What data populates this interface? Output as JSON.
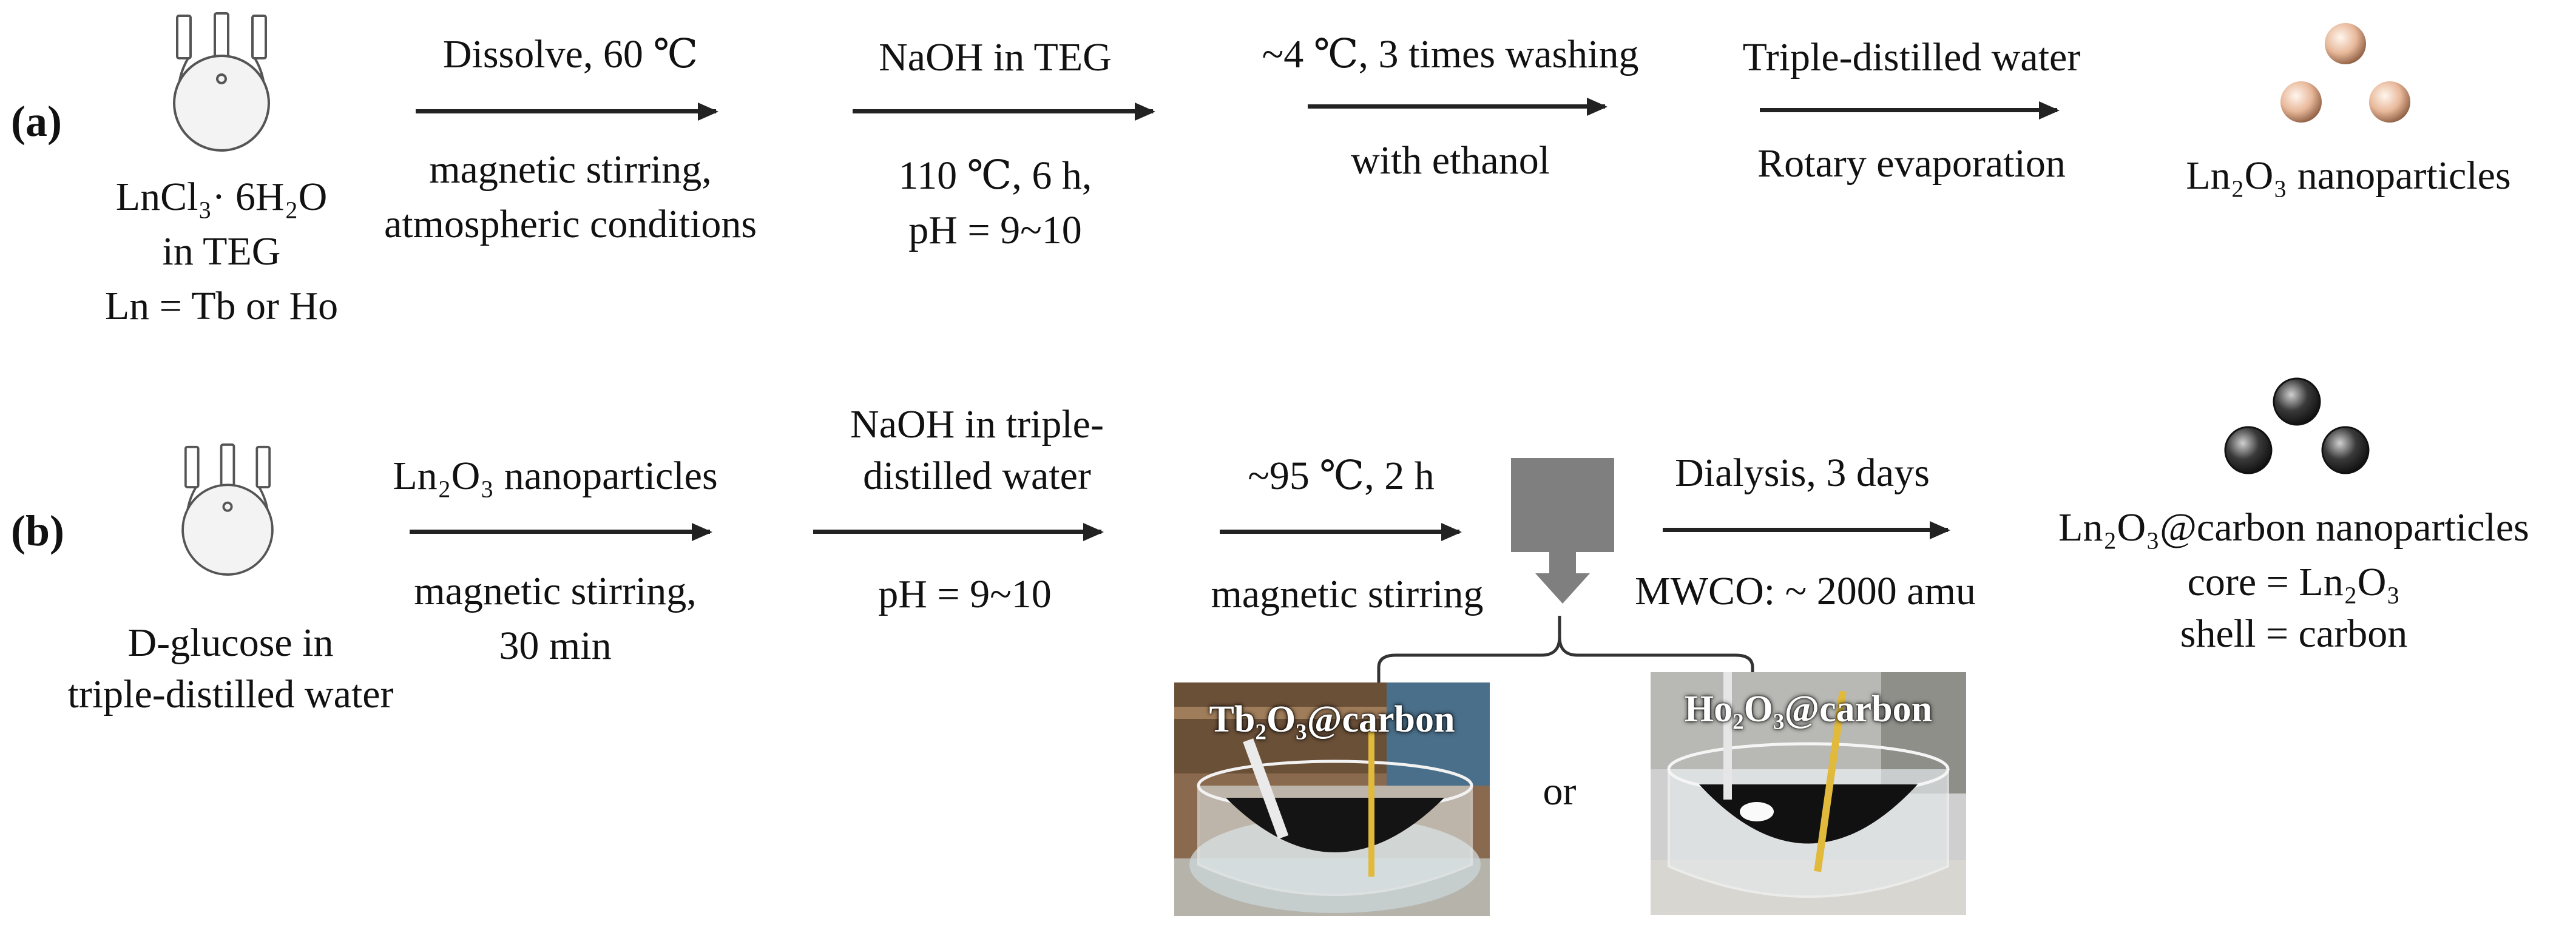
{
  "panel_a": {
    "label": "(a)",
    "start_lines": [
      "LnCl₃· 6H₂O",
      "in TEG",
      "Ln = Tb or Ho"
    ],
    "steps": [
      {
        "above": "Dissolve, 60 ℃",
        "below": [
          "magnetic stirring,",
          "atmospheric conditions"
        ]
      },
      {
        "above": "NaOH in TEG",
        "below": [
          "110 ℃, 6 h,",
          "pH = 9~10"
        ]
      },
      {
        "above": "~4 ℃, 3 times washing",
        "below": [
          "with ethanol"
        ]
      },
      {
        "above": "Triple-distilled water",
        "below": [
          "Rotary evaporation"
        ]
      }
    ],
    "product": "Ln₂O₃ nanoparticles",
    "particle_color": "#e8b89a"
  },
  "panel_b": {
    "label": "(b)",
    "start_lines": [
      "D-glucose in",
      "triple-distilled water"
    ],
    "steps": [
      {
        "above": [
          "Ln₂O₃ nanoparticles"
        ],
        "below": [
          "magnetic stirring,",
          "30 min"
        ]
      },
      {
        "above": [
          "NaOH in triple-",
          "distilled water"
        ],
        "below": [
          "pH = 9~10"
        ]
      },
      {
        "above": [
          "~95 ℃, 2 h"
        ],
        "below": [
          "magnetic stirring"
        ]
      },
      {
        "above": [
          "Dialysis, 3 days"
        ],
        "below": [
          "MWCO: ~ 2000 amu"
        ]
      }
    ],
    "product": [
      "Ln₂O₃@carbon nanoparticles",
      "core = Ln₂O₃",
      "shell = carbon"
    ],
    "particle_color": "#3a3a3a",
    "photos": {
      "left_caption": "Tb₂O₃@carbon",
      "or_text": "or",
      "right_caption": "Ho₂O₃@carbon"
    }
  }
}
